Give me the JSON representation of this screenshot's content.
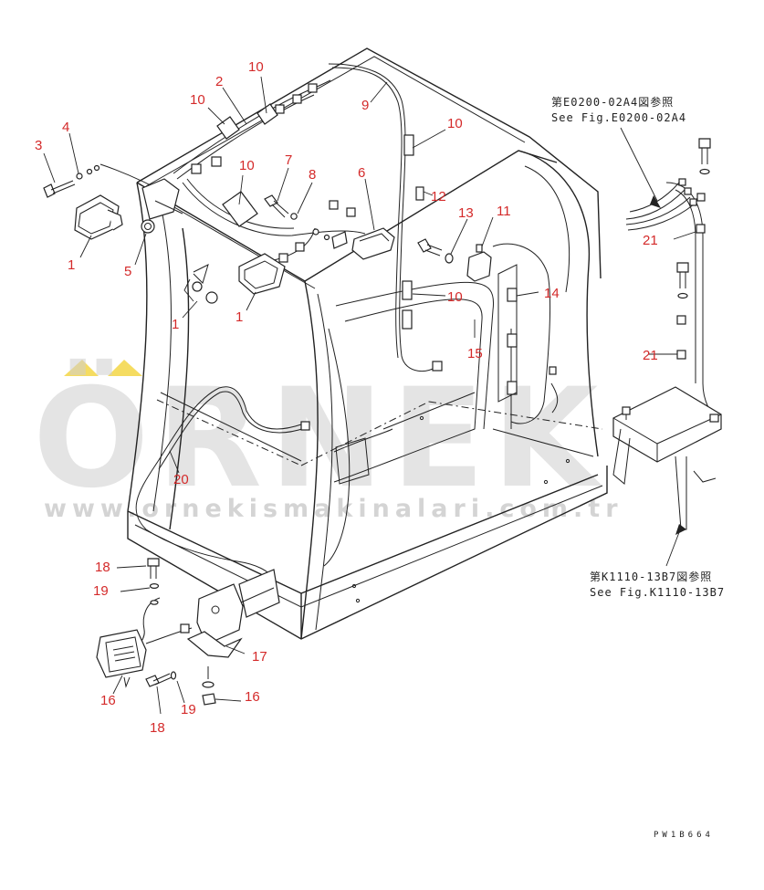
{
  "callouts": [
    "1",
    "1",
    "1",
    "2",
    "3",
    "4",
    "5",
    "6",
    "7",
    "8",
    "9",
    "10",
    "10",
    "10",
    "10",
    "10",
    "11",
    "12",
    "13",
    "14",
    "15",
    "16",
    "16",
    "17",
    "18",
    "18",
    "19",
    "19",
    "20",
    "21",
    "21"
  ],
  "references": {
    "top_jp": "第E0200-02A4図参照",
    "top_en": "See Fig.E0200-02A4",
    "bottom_jp": "第K1110-13B7図参照",
    "bottom_en": "See Fig.K1110-13B7"
  },
  "drawing_code": "PW1B664",
  "watermark": {
    "brand": "ÖRNEK",
    "url": "www.ornekismakinalari.com.tr",
    "accent_color": "#f2d33a"
  },
  "colors": {
    "callout": "#d42a2a",
    "line": "#222222",
    "watermark": "#cfcfcf"
  }
}
